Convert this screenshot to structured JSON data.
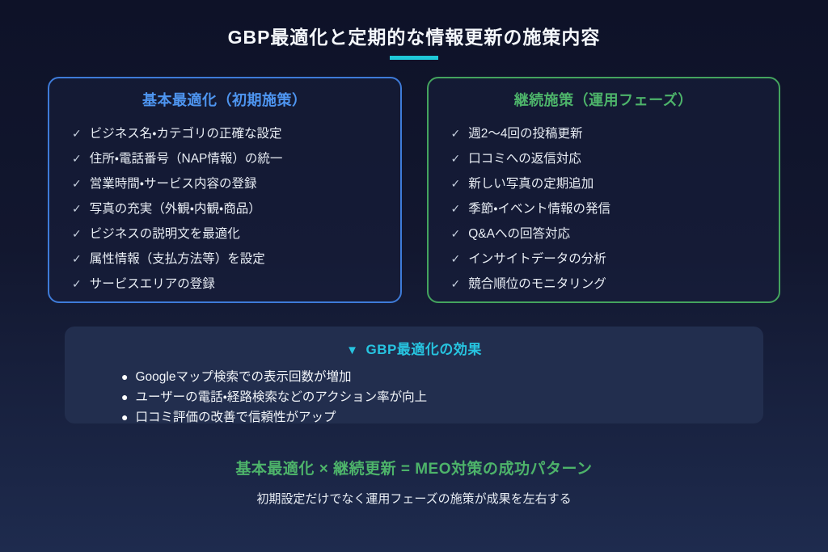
{
  "page": {
    "title": "GBP最適化と定期的な情報更新の施策内容",
    "accent_color": "#1fc8d8",
    "background_top": "#0e1228",
    "background_bottom": "#1e2b4e"
  },
  "cards": [
    {
      "title": "基本最適化（初期施策）",
      "title_color": "#4e95f0",
      "border_color": "#3e7bd8",
      "check_glyph": "✓",
      "items": [
        "ビジネス名・カテゴリの正確な設定",
        "住所・電話番号（NAP情報）の統一",
        "営業時間・サービス内容の登録",
        "写真の充実（外観・内観・商品）",
        "ビジネスの説明文を最適化",
        "属性情報（支払方法等）を設定",
        "サービスエリアの登録"
      ]
    },
    {
      "title": "継続施策（運用フェーズ）",
      "title_color": "#4db36a",
      "border_color": "#44a45e",
      "check_glyph": "✓",
      "items": [
        "週2〜4回の投稿更新",
        "口コミへの返信対応",
        "新しい写真の定期追加",
        "季節・イベント情報の発信",
        "Q&Aへの回答対応",
        "インサイトデータの分析",
        "競合順位のモニタリング"
      ]
    }
  ],
  "effects": {
    "icon_glyph": "▼",
    "title": "GBP最適化の効果",
    "title_color": "#27c4e0",
    "panel_color": "#222e4e",
    "bullet_glyph": "●",
    "items": [
      "Googleマップ検索での表示回数が増加",
      "ユーザーの電話・経路検索などのアクション率が向上",
      "口コミ評価の改善で信頼性がアップ"
    ]
  },
  "footer": {
    "formula": "基本最適化 × 継続更新 = MEO対策の成功パターン",
    "formula_color": "#4db36a",
    "note": "初期設定だけでなく運用フェーズの施策が成果を左右する"
  }
}
